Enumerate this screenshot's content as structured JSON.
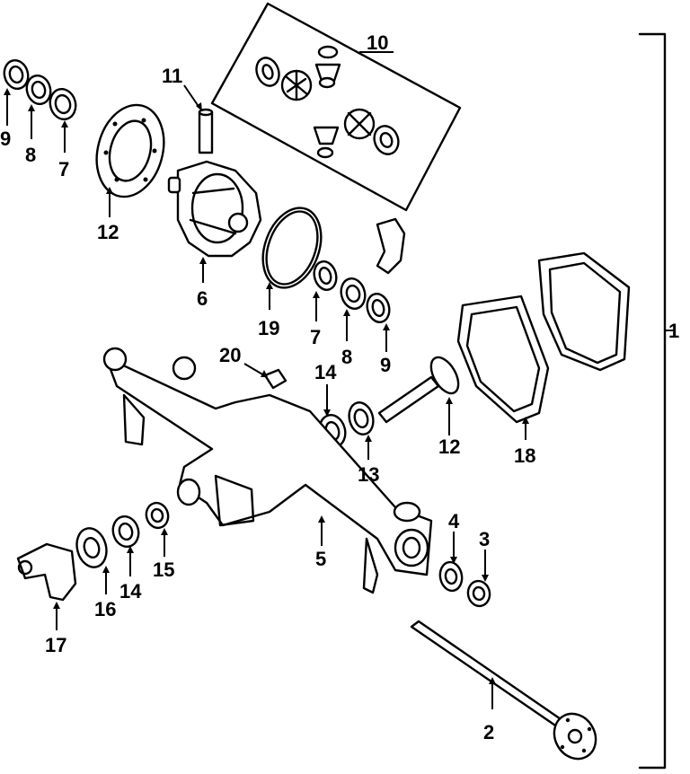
{
  "diagram": {
    "callouts": {
      "c1": "1",
      "c2": "2",
      "c3": "3",
      "c4": "4",
      "c5": "5",
      "c6": "6",
      "c7a": "7",
      "c7b": "7",
      "c8a": "8",
      "c8b": "8",
      "c9a": "9",
      "c9b": "9",
      "c10": "10",
      "c11": "11",
      "c12a": "12",
      "c12b": "12",
      "c13": "13",
      "c14a": "14",
      "c14b": "14",
      "c15": "15",
      "c16": "16",
      "c17": "17",
      "c18": "18",
      "c19": "19",
      "c20": "20"
    }
  }
}
